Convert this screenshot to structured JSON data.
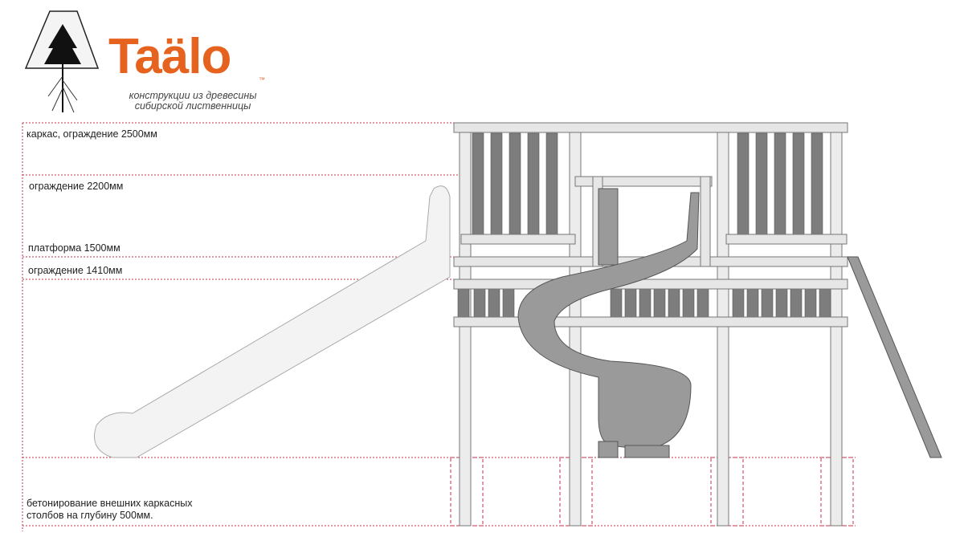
{
  "logo": {
    "brand": "Taälo",
    "trademark": "™",
    "tagline_line1": "конструкции из древесины",
    "tagline_line2": "сибирской лиственницы"
  },
  "labels": {
    "frame_height": "каркас, ограждение 2500мм",
    "fence_2200": "ограждение 2200мм",
    "platform": "платформа 1500мм",
    "fence_1410": "ограждение  1410мм",
    "concrete_line1": "бетонирование внешних каркасных",
    "concrete_line2": "столбов на глубину 500мм."
  },
  "colors": {
    "brand": "#e5621f",
    "dimension_line": "#c0304a",
    "wood": "#e6e6e6",
    "slat": "#7d7d7d",
    "slide": "#9a9a9a"
  }
}
